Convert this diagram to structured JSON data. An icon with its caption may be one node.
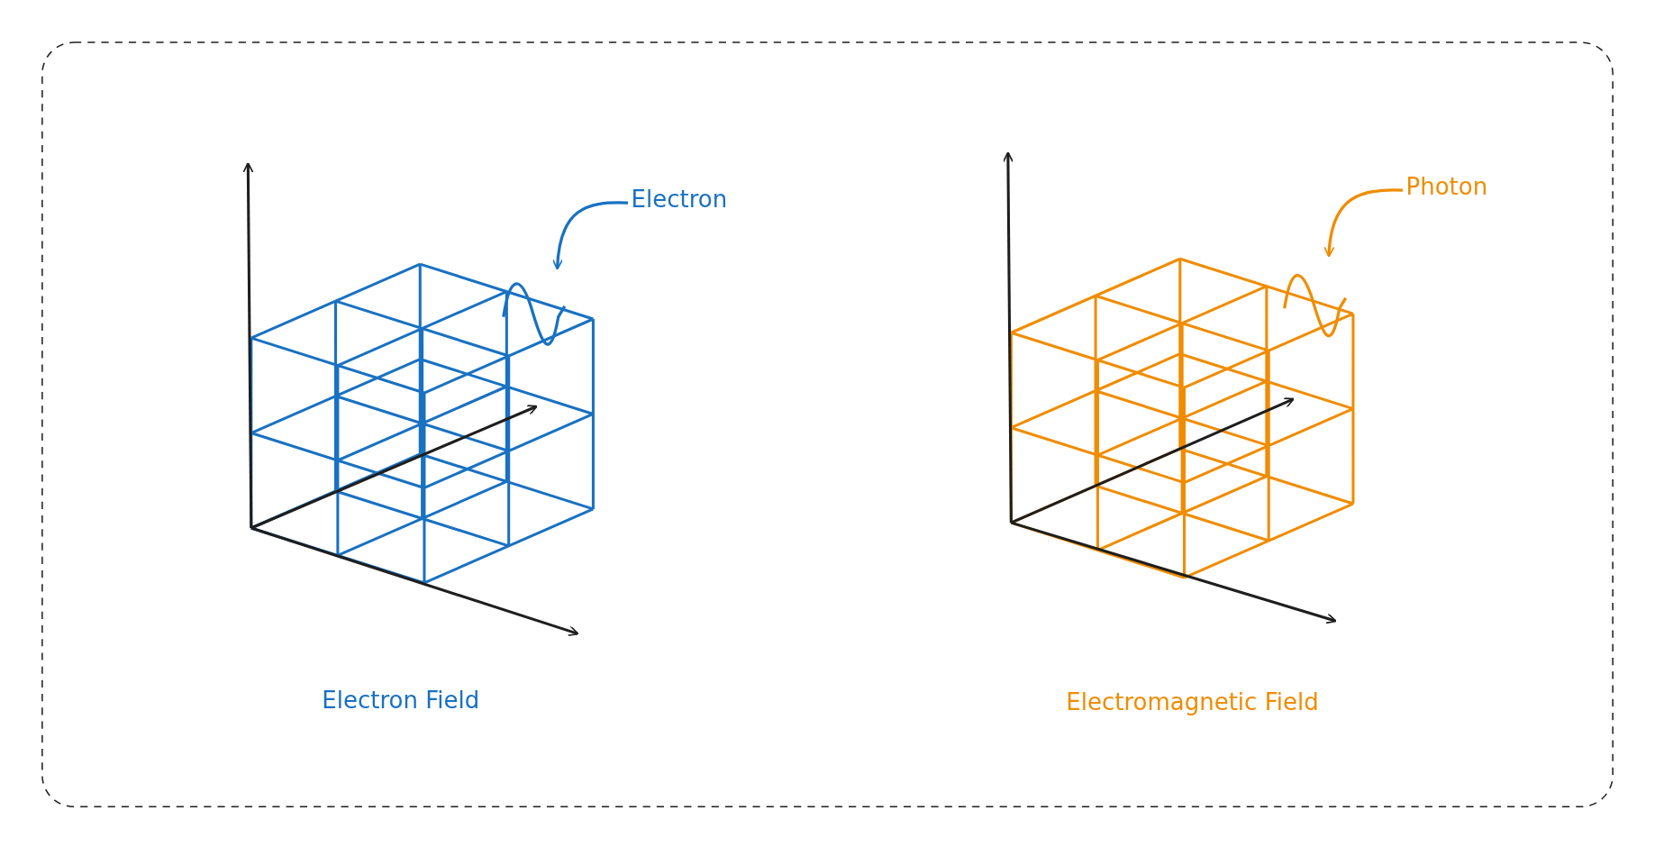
{
  "diagram": {
    "nodes": [
      {
        "text": [
          "Electron"
        ]
      },
      {
        "text": [],
        "shape": "picture"
      },
      {
        "text": [
          "Photon"
        ]
      },
      {
        "text": [],
        "shape": "picture"
      }
    ],
    "edges": [
      {
        "from": 0,
        "to": 1,
        "arrow": "to",
        "color": "#1971c2"
      },
      {
        "from": 2,
        "to": 3,
        "arrow": "to",
        "color": "#f08c00"
      }
    ],
    "labels": [
      "Electron Field",
      "Electromagnetic Field"
    ]
  }
}
